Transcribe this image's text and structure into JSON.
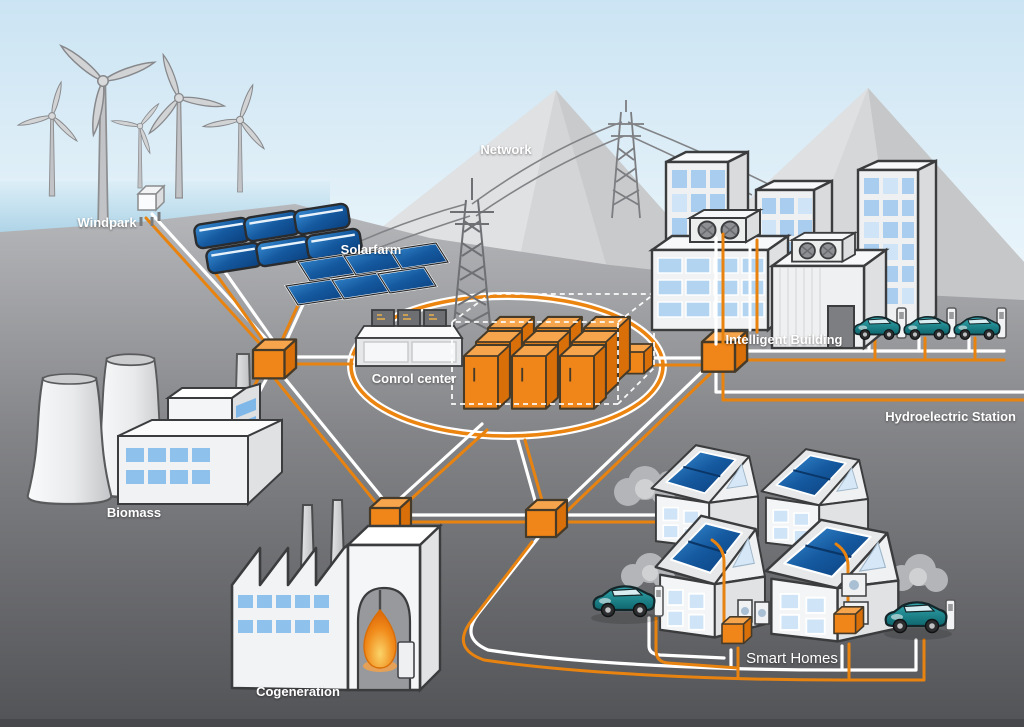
{
  "scene": {
    "description": "Isometric smart-grid energy network illustration with power sources, control center and consumers linked by orange/white power lines",
    "background": "light blue sky, gray mountains, dark gray ground"
  },
  "labels": {
    "windpark": "Windpark",
    "solarfarm": "Solarfarm",
    "network": "Network",
    "control_center": "Conrol center",
    "intelligent_building": "Intelligent Building",
    "hydroelectric_station": "Hydroelectric Station",
    "biomass": "Biomass",
    "cogeneration": "Cogeneration",
    "smart_homes": "Smart Homes"
  },
  "colors": {
    "connection_orange": "#E9830F",
    "connection_white": "#FFFFFF",
    "node_cube_orange": "#F08519",
    "solar_panel_blue": "#0A3F7D",
    "window_blue": "#A9CDEE",
    "ev_car_teal": "#17878D",
    "sky_blue": "#CFE7F4",
    "ground_gray": "#6E6F72",
    "building_white": "#F1F2F3"
  },
  "inventory": {
    "wind_turbines": 5,
    "smart_home_houses": 4,
    "electric_cars": 5,
    "charging_stations": 5,
    "control_center_containers": 9,
    "cooling_towers": 2,
    "grid_hub_nodes": 4
  },
  "connections": [
    "windpark - west hub",
    "solarfarm - west hub (two lines)",
    "biomass - west hub",
    "west hub - control center ring",
    "west hub - cogeneration hub",
    "cogeneration - cogeneration hub",
    "cogeneration hub - control center ring",
    "cogeneration hub - south hub",
    "south hub - control center ring",
    "south hub - east hub",
    "south hub - smart homes loop",
    "east hub - control center ring",
    "east hub - intelligent building",
    "east hub - hydroelectric station",
    "intelligent building - ev charging row",
    "smart homes - ev charging"
  ]
}
